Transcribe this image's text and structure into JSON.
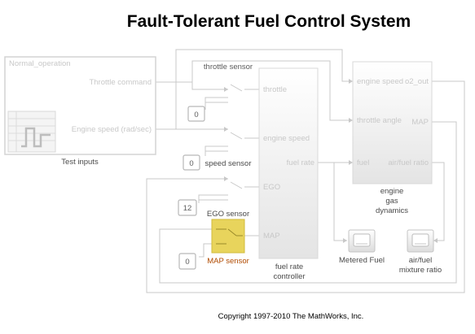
{
  "title": "Fault-Tolerant Fuel Control System",
  "copyright": "Copyright 1997-2010 The MathWorks, Inc.",
  "test_inputs": {
    "name": "Test inputs",
    "scenario": "Normal_operation",
    "ports": [
      "Throttle command",
      "Engine speed (rad/sec)"
    ]
  },
  "sensors": {
    "throttle": {
      "name": "throttle sensor",
      "fault_value": "0"
    },
    "speed": {
      "name": "speed sensor",
      "fault_value": "0"
    },
    "ego": {
      "name": "EGO sensor",
      "fault_value": "12"
    },
    "map": {
      "name": "MAP sensor",
      "fault_value": "0"
    }
  },
  "controller": {
    "name_line1": "fuel rate",
    "name_line2": "controller",
    "inputs": [
      "throttle",
      "engine speed",
      "EGO",
      "MAP"
    ],
    "output": "fuel rate"
  },
  "engine": {
    "name_lines": [
      "engine",
      "gas",
      "dynamics"
    ],
    "inputs": [
      "engine speed",
      "throttle angle",
      "fuel"
    ],
    "outputs": [
      "o2_out",
      "MAP",
      "air/fuel ratio"
    ]
  },
  "scopes": {
    "metered_fuel": "Metered Fuel",
    "air_fuel_line1": "air/fuel",
    "air_fuel_line2": "mixture ratio"
  },
  "colors": {
    "highlight_block": "#e8d45c",
    "highlight_text": "#b04a00",
    "faded": "#c8c8c8"
  }
}
